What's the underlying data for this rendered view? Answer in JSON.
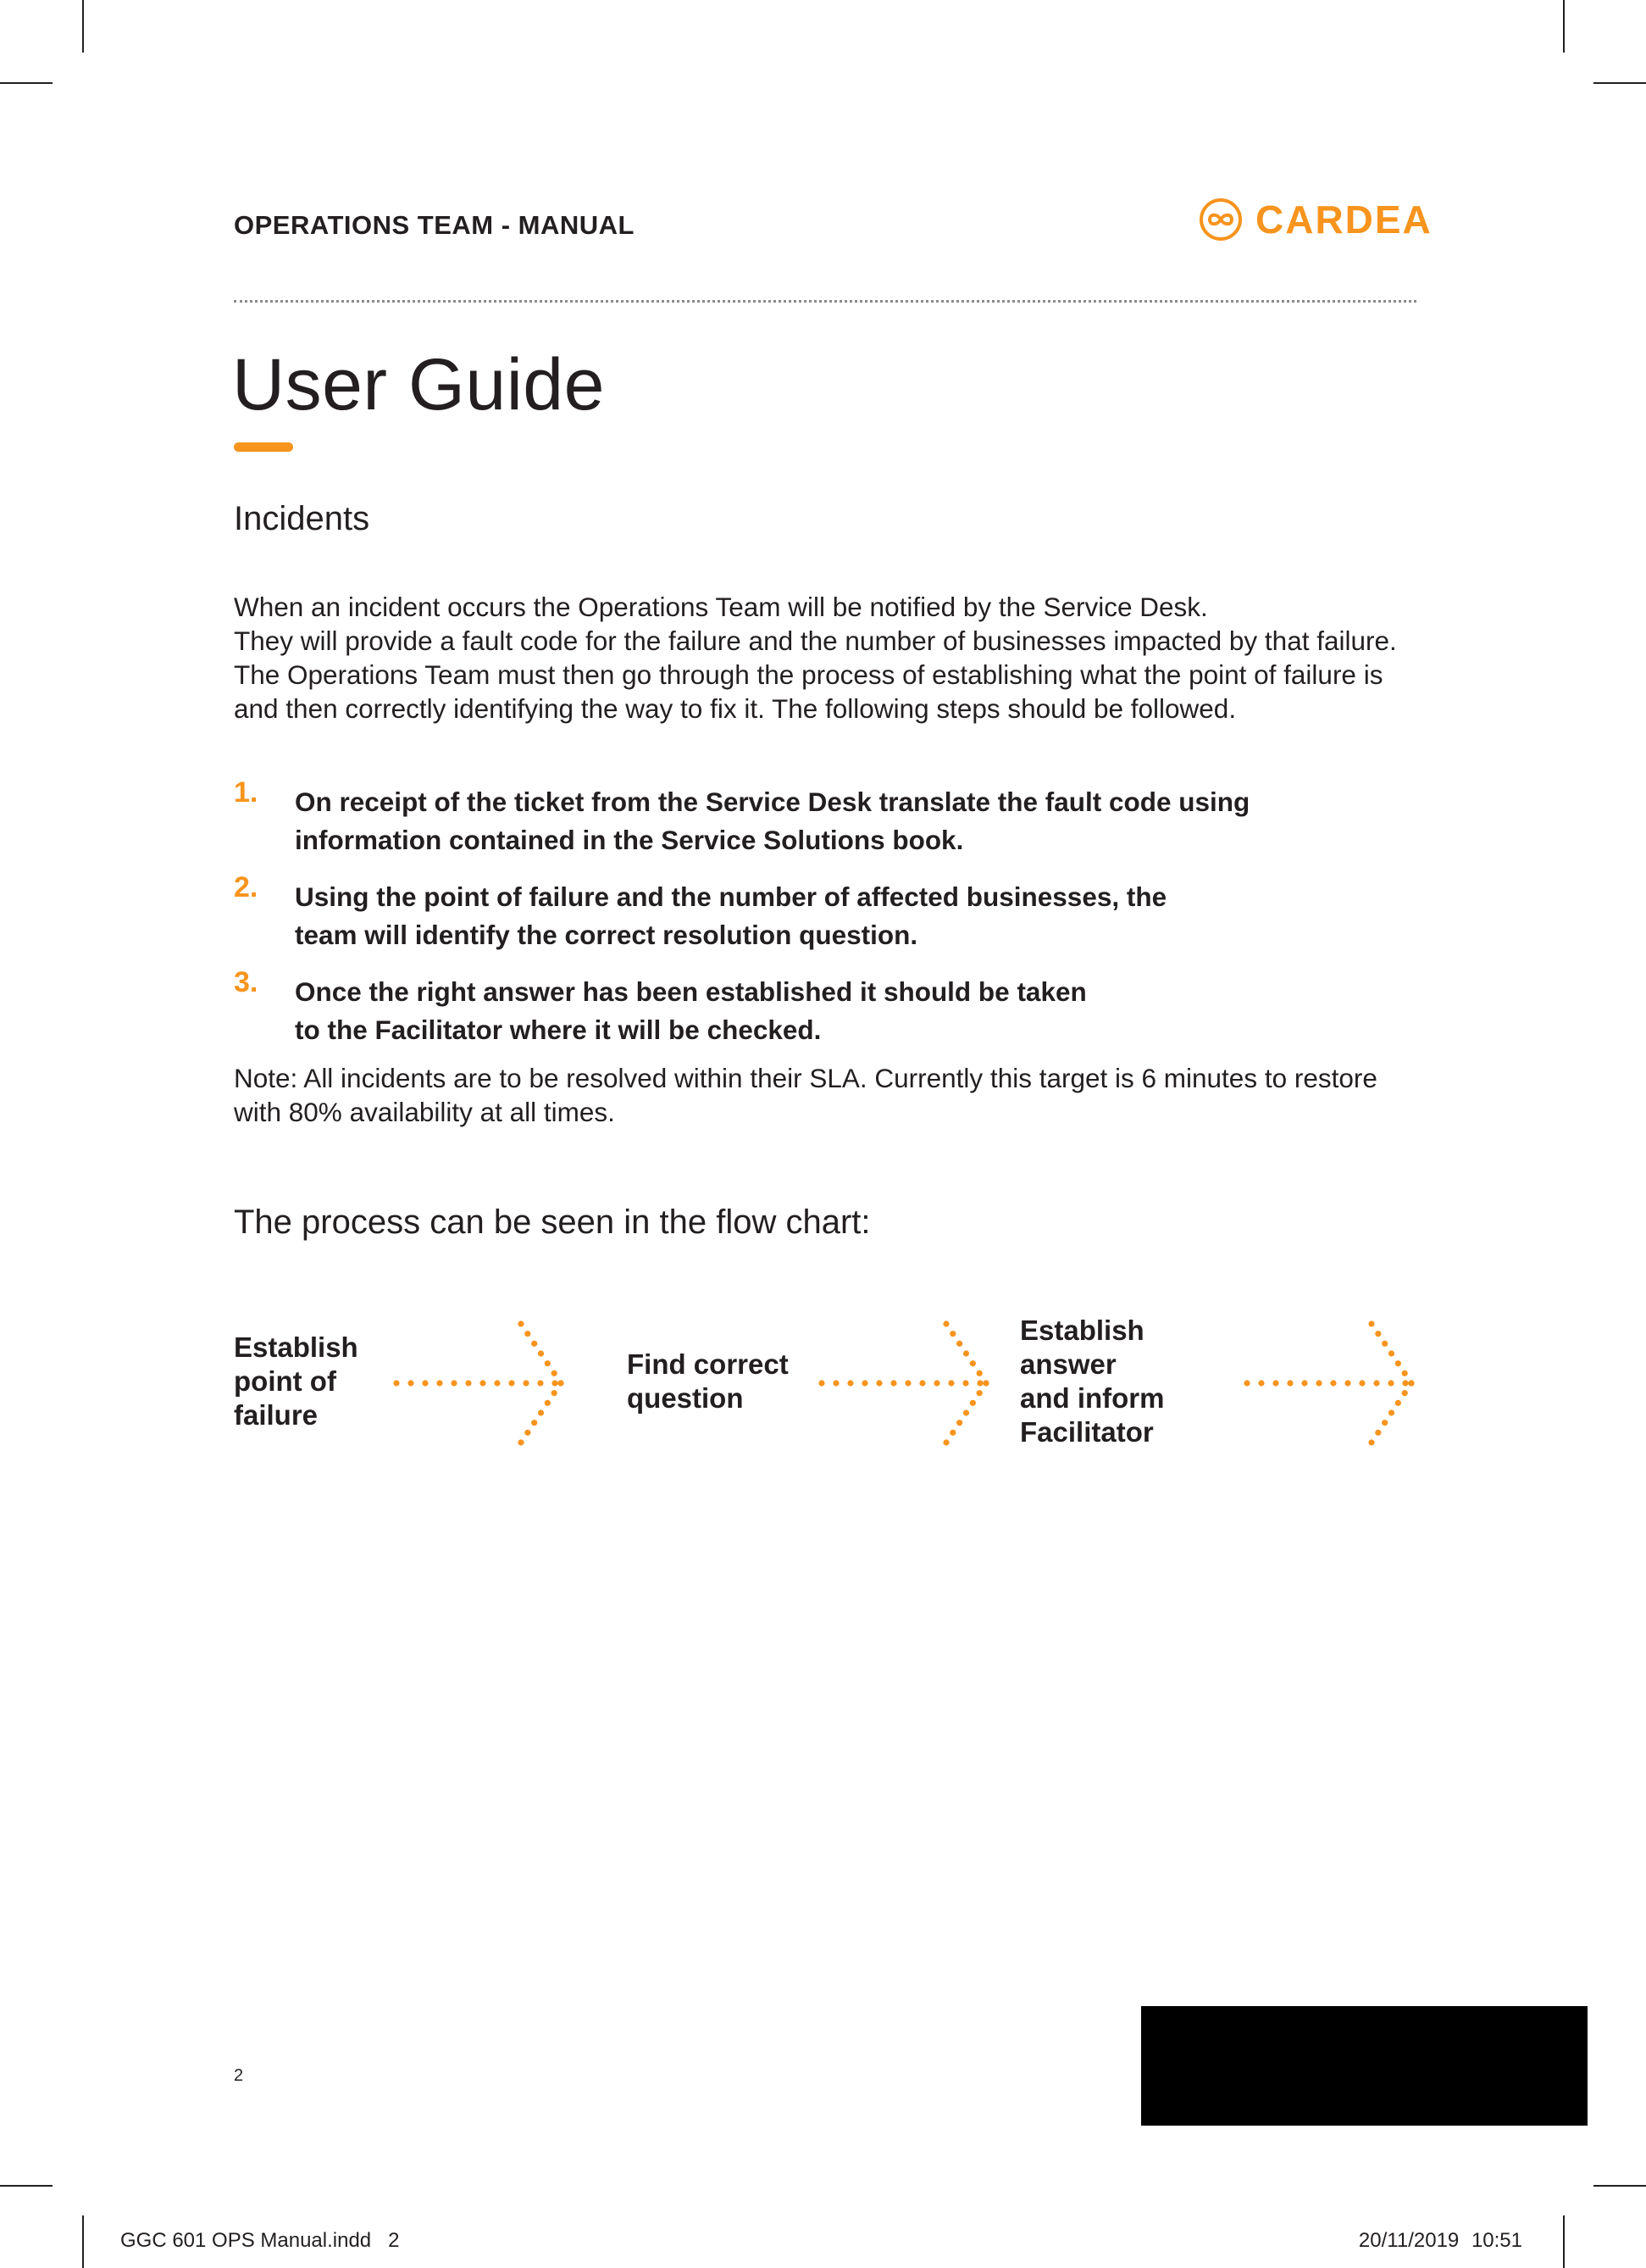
{
  "header": {
    "title": "OPERATIONS TEAM - MANUAL",
    "logo_text": "CARDEA",
    "logo_icon": "infinity-circle-icon"
  },
  "page": {
    "title": "User Guide",
    "section_heading": "Incidents",
    "intro": "When an incident occurs the Operations Team will be notified by the Service Desk.\nThey will provide a fault code for the failure and the number of businesses impacted by that failure. The Operations Team must then go through the process of establishing what the point of failure is and then correctly identifying the way to fix it. The following steps should be followed.",
    "steps": [
      {
        "number": "1.",
        "text": "On receipt of the ticket from the Service Desk translate the fault code using information contained in the Service Solutions book."
      },
      {
        "number": "2.",
        "text": "Using the point of failure and the number of affected businesses, the team will identify the correct resolution question."
      },
      {
        "number": "3.",
        "text": "Once the right answer has been established it should be taken to the Facilitator where it will be checked."
      }
    ],
    "note": "Note: All incidents are to be resolved within their SLA. Currently this target is 6 minutes to restore with 80% availability at all times.",
    "flow_heading": "The process can be seen in the flow chart:",
    "page_number": "2"
  },
  "flow": {
    "steps": [
      {
        "label": "Establish\npoint of\nfailure"
      },
      {
        "label": "Find correct\nquestion"
      },
      {
        "label": "Establish\nanswer\nand inform\nFacilitator"
      }
    ],
    "arrow_icon": "dotted-arrow-icon"
  },
  "slug": {
    "file": "GGC 601 OPS Manual.indd   2",
    "date": "20/11/2019",
    "time": "10:51"
  },
  "colors": {
    "accent": "#f7941d",
    "text": "#231f20"
  }
}
